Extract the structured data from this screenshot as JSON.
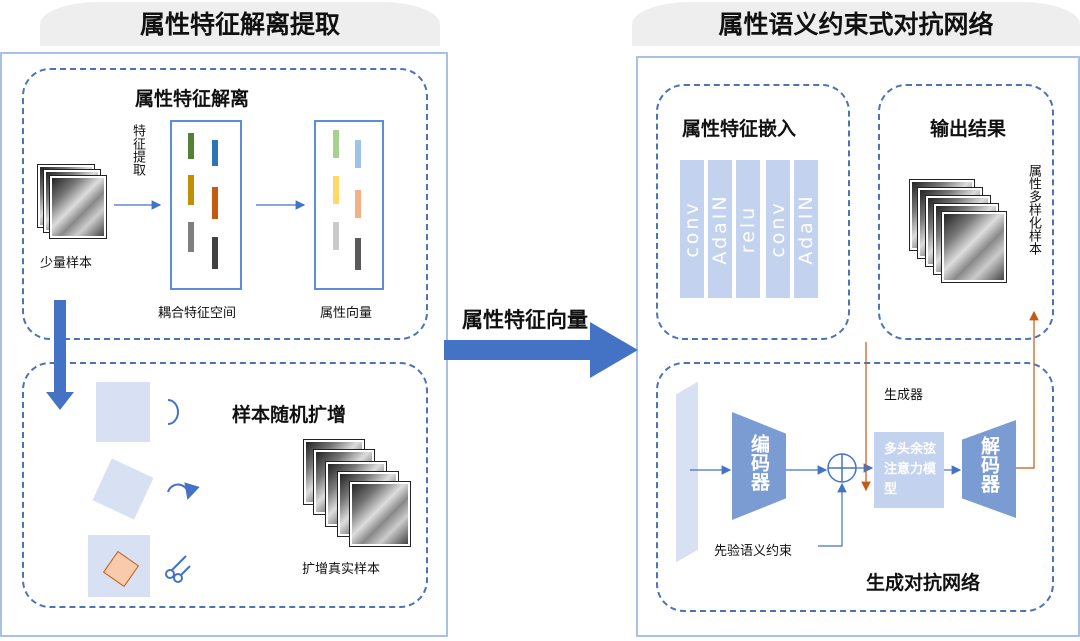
{
  "left": {
    "title": "属性特征解离提取",
    "disentangle_title": "属性特征解离",
    "feature_extract": "特征提取",
    "few_samples": "少量样本",
    "coupled_space": "耦合特征空间",
    "attr_vector": "属性向量",
    "augment_title": "样本随机扩增",
    "augmented_real": "扩增真实样本"
  },
  "middle": {
    "arrow_label": "属性特征向量"
  },
  "right": {
    "title": "属性语义约束式对抗网络",
    "embed_title": "属性特征嵌入",
    "embed_layers": [
      "conv",
      "AdaIN",
      "relu",
      "conv",
      "AdaIN"
    ],
    "output_title": "输出结果",
    "output_label": "属性多样化样本",
    "generator": "生成器",
    "encoder": "编码器",
    "attention": "多头余弦注意力模型",
    "decoder": "解码器",
    "prior": "先验语义约束",
    "gan_title": "生成对抗网络"
  },
  "colors": {
    "panel_border": "#a9c1e3",
    "dash_border": "#4a73b8",
    "arrow": "#4472c4",
    "orange_line": "#c55a11",
    "coupled_bars": [
      "#548235",
      "#2e75b6",
      "#bf9000",
      "#c55a11",
      "#7f7f7f",
      "#404040"
    ],
    "attr_bars": [
      "#a9d18e",
      "#9dc3e6",
      "#ffd966",
      "#f4b183",
      "#c9c9c9",
      "#595959"
    ]
  }
}
